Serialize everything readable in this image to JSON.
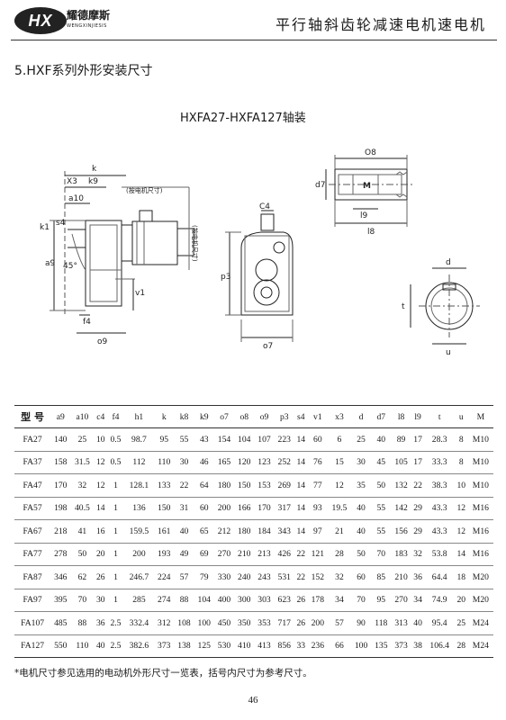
{
  "header": {
    "logo_mark": "HX",
    "logo_name": "耀德摩斯",
    "logo_sub": "WENGXINJIESIS",
    "title": "平行轴斜齿轮减速电机速电机"
  },
  "section_title": "5.HXF系列外形安装尺寸",
  "figure_title": "HXFA27-HXFA127轴装",
  "drawing_labels": {
    "k": "k",
    "k9": "k9",
    "x3": "X3",
    "a10": "a10",
    "motor_note": "(按电机尺寸)",
    "motor_note_v": "(按电机尺寸)",
    "k1": "k1",
    "s4": "s4",
    "a9": "a9",
    "angle": "45°",
    "v1": "v1",
    "f4": "f4",
    "o9": "o9",
    "c4": "C4",
    "p3": "p3",
    "o7": "o7",
    "o8": "O8",
    "d7": "d7",
    "m": "M",
    "l9": "l9",
    "l8": "l8",
    "d": "d",
    "t": "t",
    "u": "u"
  },
  "table": {
    "columns": [
      "型 号",
      "a9",
      "a10",
      "c4",
      "f4",
      "h1",
      "k",
      "k8",
      "k9",
      "o7",
      "o8",
      "o9",
      "p3",
      "s4",
      "v1",
      "x3",
      "d",
      "d7",
      "l8",
      "l9",
      "t",
      "u",
      "M"
    ],
    "rows": [
      [
        "FA27",
        "140",
        "25",
        "10",
        "0.5",
        "98.7",
        "95",
        "55",
        "43",
        "154",
        "104",
        "107",
        "223",
        "14",
        "60",
        "6",
        "25",
        "40",
        "89",
        "17",
        "28.3",
        "8",
        "M10"
      ],
      [
        "FA37",
        "158",
        "31.5",
        "12",
        "0.5",
        "112",
        "110",
        "30",
        "46",
        "165",
        "120",
        "123",
        "252",
        "14",
        "76",
        "15",
        "30",
        "45",
        "105",
        "17",
        "33.3",
        "8",
        "M10"
      ],
      [
        "FA47",
        "170",
        "32",
        "12",
        "1",
        "128.1",
        "133",
        "22",
        "64",
        "180",
        "150",
        "153",
        "269",
        "14",
        "77",
        "12",
        "35",
        "50",
        "132",
        "22",
        "38.3",
        "10",
        "M10"
      ],
      [
        "FA57",
        "198",
        "40.5",
        "14",
        "1",
        "136",
        "150",
        "31",
        "60",
        "200",
        "166",
        "170",
        "317",
        "14",
        "93",
        "19.5",
        "40",
        "55",
        "142",
        "29",
        "43.3",
        "12",
        "M16"
      ],
      [
        "FA67",
        "218",
        "41",
        "16",
        "1",
        "159.5",
        "161",
        "40",
        "65",
        "212",
        "180",
        "184",
        "343",
        "14",
        "97",
        "21",
        "40",
        "55",
        "156",
        "29",
        "43.3",
        "12",
        "M16"
      ],
      [
        "FA77",
        "278",
        "50",
        "20",
        "1",
        "200",
        "193",
        "49",
        "69",
        "270",
        "210",
        "213",
        "426",
        "22",
        "121",
        "28",
        "50",
        "70",
        "183",
        "32",
        "53.8",
        "14",
        "M16"
      ],
      [
        "FA87",
        "346",
        "62",
        "26",
        "1",
        "246.7",
        "224",
        "57",
        "79",
        "330",
        "240",
        "243",
        "531",
        "22",
        "152",
        "32",
        "60",
        "85",
        "210",
        "36",
        "64.4",
        "18",
        "M20"
      ],
      [
        "FA97",
        "395",
        "70",
        "30",
        "1",
        "285",
        "274",
        "88",
        "104",
        "400",
        "300",
        "303",
        "623",
        "26",
        "178",
        "34",
        "70",
        "95",
        "270",
        "34",
        "74.9",
        "20",
        "M20"
      ],
      [
        "FA107",
        "485",
        "88",
        "36",
        "2.5",
        "332.4",
        "312",
        "108",
        "100",
        "450",
        "350",
        "353",
        "717",
        "26",
        "200",
        "57",
        "90",
        "118",
        "313",
        "40",
        "95.4",
        "25",
        "M24"
      ],
      [
        "FA127",
        "550",
        "110",
        "40",
        "2.5",
        "382.6",
        "373",
        "138",
        "125",
        "530",
        "410",
        "413",
        "856",
        "33",
        "236",
        "66",
        "100",
        "135",
        "373",
        "38",
        "106.4",
        "28",
        "M24"
      ]
    ]
  },
  "footnote": "*电机尺寸参见选用的电动机外形尺寸一览表，括号内尺寸为参考尺寸。",
  "page_number": "46"
}
